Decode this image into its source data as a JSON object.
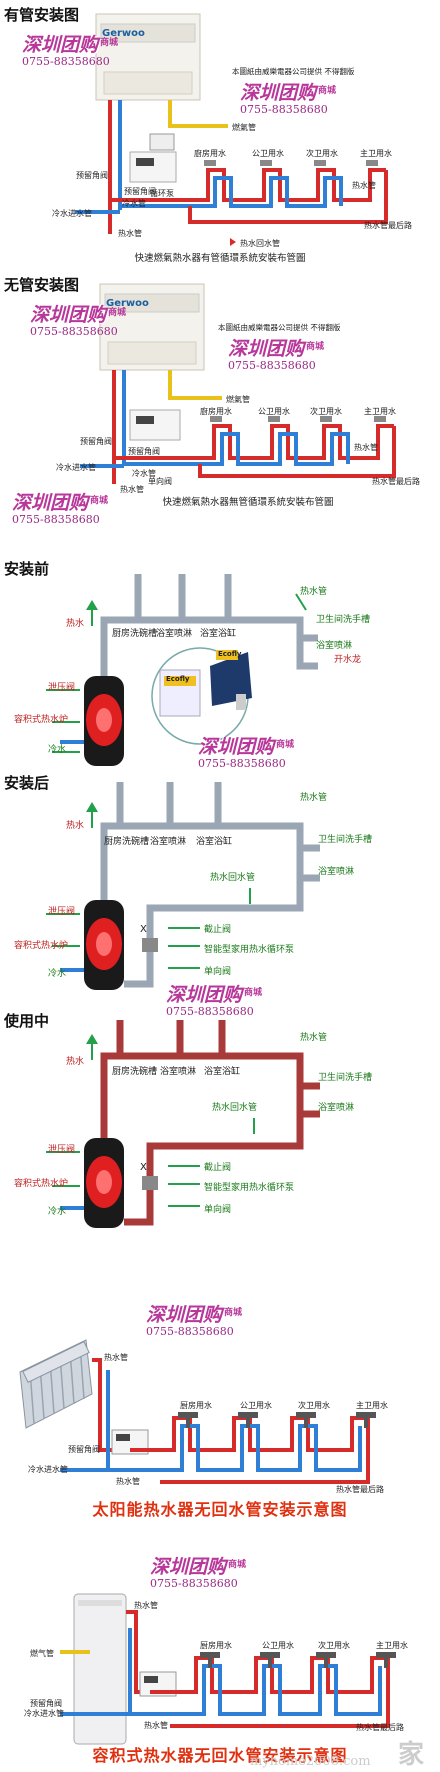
{
  "sec1": {
    "title": "有管安装图",
    "brand": "Gerwoo",
    "note": "本圖紙由威樂電器公司提供 不得翻版",
    "caption": "快速燃氣熱水器有管循環系統安裝布管圖",
    "labels": {
      "gas": "燃氣管",
      "kitchen": "廚房用水",
      "pub": "公卫用水",
      "sub": "次卫用水",
      "main": "主卫用水",
      "ang1": "预留角阀",
      "ang2": "预留角阀",
      "pump": "循环泵",
      "cold_in": "冷水进水管",
      "cold": "冷水管",
      "hot": "热水管",
      "ret": "热水回水管",
      "hot_out": "热水管",
      "ret_end": "热水管最后路"
    }
  },
  "sec2": {
    "title": "无管安装图",
    "brand": "Gerwoo",
    "note": "本圖紙由威樂電器公司提供 不得翻版",
    "caption": "快速燃氣熱水器無管循環系統安裝布管圖",
    "labels": {
      "gas": "燃氣管",
      "kitchen": "廚房用水",
      "pub": "公卫用水",
      "sub": "次卫用水",
      "main": "主卫用水",
      "ang1": "预留角阀",
      "ang2": "预留角阀",
      "cold_in": "冷水进水管",
      "cold": "冷水管",
      "hot": "热水管",
      "ret": "单向阀",
      "hot_out": "热水管",
      "ret_end": "热水管最后路"
    }
  },
  "sec3": {
    "title": "安装前",
    "labels": {
      "sink": "厨房洗碗槽",
      "shower": "浴室喷淋",
      "tub": "浴室浴缸",
      "hotpipe": "热水管",
      "hand": "卫生间洗手槽",
      "shower2": "浴室喷淋",
      "cold_tap": "开水龙",
      "hot": "热水",
      "relief": "泄压阀",
      "tank": "容积式热水炉",
      "cold": "冷水"
    },
    "inset1": "Ecofly",
    "inset2": "Ecofly"
  },
  "sec4": {
    "title": "安装后",
    "labels": {
      "sink": "厨房洗碗槽",
      "shower": "浴室喷淋",
      "tub": "浴室浴缸",
      "hotpipe": "热水管",
      "hand": "卫生间洗手槽",
      "shower2": "浴室喷淋",
      "ret": "热水回水管",
      "stop": "截止阀",
      "pump": "智能型家用热水循环泵",
      "check": "单向阀",
      "hot": "热水",
      "relief": "泄压阀",
      "tank": "容积式热水炉",
      "cold": "冷水"
    }
  },
  "sec5": {
    "title": "使用中",
    "labels": {
      "sink": "厨房洗碗槽",
      "shower": "浴室喷淋",
      "tub": "浴室浴缸",
      "hotpipe": "热水管",
      "hand": "卫生间洗手槽",
      "shower2": "浴室喷淋",
      "ret": "热水回水管",
      "stop": "截止阀",
      "pump": "智能型家用热水循环泵",
      "check": "单向阀",
      "hot": "热水",
      "relief": "泄压阀",
      "tank": "容积式热水炉",
      "cold": "冷水"
    }
  },
  "sec6": {
    "caption": "太阳能热水器无回水管安装示意图",
    "labels": {
      "hot_in": "热水管",
      "a": "厨房用水",
      "b": "公卫用水",
      "c": "次卫用水",
      "d": "主卫用水",
      "ang": "预留角阀",
      "cold_in": "冷水进水管",
      "hot": "热水管",
      "ret_end": "热水管最后路"
    }
  },
  "sec7": {
    "caption": "容积式热水器无回水管安装示意图",
    "labels": {
      "gas": "燃气管",
      "hot_in": "热水管",
      "a": "厨房用水",
      "b": "公卫用水",
      "c": "次卫用水",
      "d": "主卫用水",
      "ang": "预留角阀",
      "cold_in": "冷水进水管",
      "hot": "热水管",
      "ret_end": "热水管最后路"
    }
  },
  "watermark": {
    "name": "深圳团购",
    "suffix": "商城",
    "phone": "0755-88358680"
  },
  "site": {
    "name": "家",
    "url": "myhome2008.com"
  },
  "colors": {
    "hot": "#d62b2b",
    "cold": "#2f7fd6",
    "gas": "#e8c21a",
    "pipe": "#9aa6b4",
    "hotpipe": "#a83a3a",
    "green": "#22a04a"
  }
}
